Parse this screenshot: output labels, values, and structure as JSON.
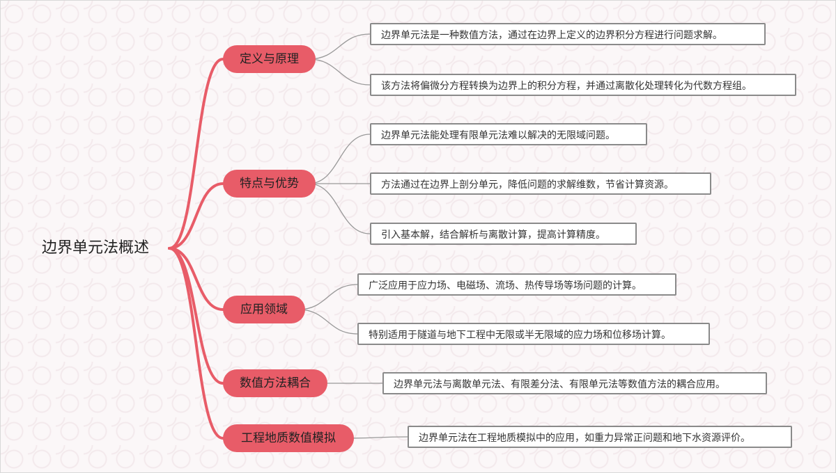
{
  "root": "边界单元法概述",
  "branches": [
    {
      "label": "定义与原理",
      "leaves": [
        "边界单元法是一种数值方法，通过在边界上定义的边界积分方程进行问题求解。",
        "该方法将偏微分方程转换为边界上的积分方程，并通过离散化处理转化为代数方程组。"
      ]
    },
    {
      "label": "特点与优势",
      "leaves": [
        "边界单元法能处理有限单元法难以解决的无限域问题。",
        "方法通过在边界上剖分单元，降低问题的求解维数，节省计算资源。",
        "引入基本解，结合解析与离散计算，提高计算精度。"
      ]
    },
    {
      "label": "应用领域",
      "leaves": [
        "广泛应用于应力场、电磁场、流场、热传导场等场问题的计算。",
        "特别适用于隧道与地下工程中无限或半无限域的应力场和位移场计算。"
      ]
    },
    {
      "label": "数值方法耦合",
      "leaves": [
        "边界单元法与离散单元法、有限差分法、有限单元法等数值方法的耦合应用。"
      ]
    },
    {
      "label": "工程地质数值模拟",
      "leaves": [
        "边界单元法在工程地质模拟中的应用，如重力异常正问题和地下水资源评价。"
      ]
    }
  ],
  "colors": {
    "branch": "#e85c68",
    "root_link": "#e85c68",
    "leaf_link": "#999999",
    "leaf_border": "#8a8a8a"
  }
}
